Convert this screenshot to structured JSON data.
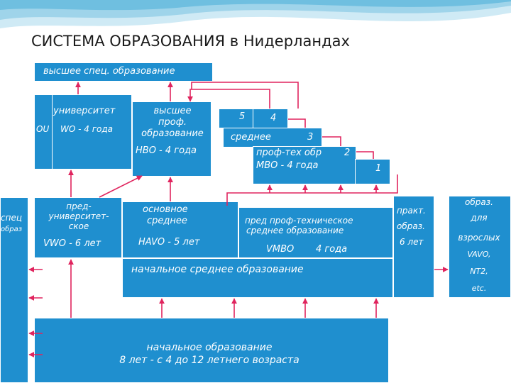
{
  "title": "СИСТЕМА ОБРАЗОВАНИЯ в Нидерландах",
  "higher_special": "высшее спец. образование",
  "university": {
    "label": "университет",
    "ou": "OU",
    "wo": "WO - 4 года"
  },
  "higher_prof": {
    "line1": "высшее",
    "line2": "проф.",
    "line3": "образование",
    "hbo": "HBO - 4 года"
  },
  "levels": {
    "n5": "5",
    "n4": "4",
    "n3": "3",
    "n2": "2",
    "n1": "1"
  },
  "mbo": {
    "secondary": "среднее",
    "proftech": "проф-тех обр",
    "duration": "MBO - 4 года"
  },
  "left_side": {
    "line1": "спец",
    "line2": "образ"
  },
  "pre_university": {
    "line1": "пред-",
    "line2": "университет-",
    "line3": "ское",
    "vwo": "VWO - 6 лет"
  },
  "basic_secondary": {
    "line1": "основное",
    "line2": "среднее",
    "havo": "HAVO - 5 лет"
  },
  "pre_vocational": {
    "line1": "пред проф-техническое",
    "line2": "среднее образование",
    "vmbo": "VMBO",
    "years": "4 года"
  },
  "practical": {
    "line1": "практ.",
    "line2": "образ.",
    "years": "6 лет"
  },
  "adult": {
    "line1": "образ.",
    "line2": "для",
    "line3": "взрослых",
    "vavo": "VAVO,",
    "nt2": "NT2,",
    "etc": "etc."
  },
  "initial_secondary": "начальное среднее образование",
  "primary": {
    "line1": "начальное образование",
    "line2": "8 лет - с 4 до 12 летнего возраста"
  },
  "colors": {
    "box": "#1f8fcf",
    "arrow": "#e0245e",
    "wave": "#9fd4ea"
  }
}
